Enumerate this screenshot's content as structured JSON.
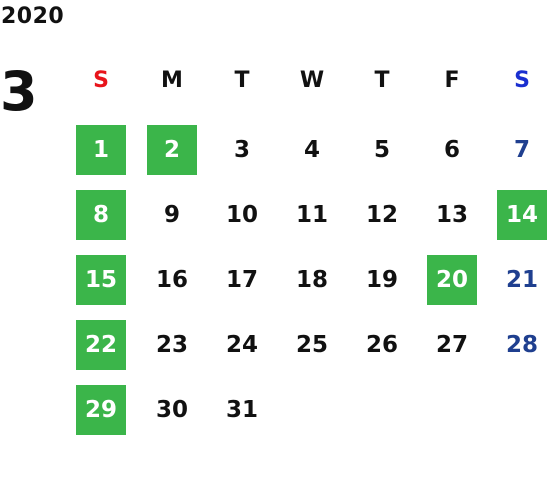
{
  "calendar": {
    "year": "2020",
    "month": "3",
    "weekdays": [
      {
        "label": "S",
        "color": "#e8141b"
      },
      {
        "label": "M",
        "color": "#111111"
      },
      {
        "label": "T",
        "color": "#111111"
      },
      {
        "label": "W",
        "color": "#111111"
      },
      {
        "label": "T",
        "color": "#111111"
      },
      {
        "label": "F",
        "color": "#111111"
      },
      {
        "label": "S",
        "color": "#1a2fd0"
      }
    ],
    "first_weekday_index": 0,
    "days_in_month": 31,
    "highlight_color": "#3bb54a",
    "saturday_color": "#1f3f8f",
    "highlighted_days": [
      "1",
      "2",
      "8",
      "14",
      "15",
      "20",
      "22",
      "29"
    ],
    "days": [
      "1",
      "2",
      "3",
      "4",
      "5",
      "6",
      "7",
      "8",
      "9",
      "10",
      "11",
      "12",
      "13",
      "14",
      "15",
      "16",
      "17",
      "18",
      "19",
      "20",
      "21",
      "22",
      "23",
      "24",
      "25",
      "26",
      "27",
      "28",
      "29",
      "30",
      "31"
    ]
  }
}
